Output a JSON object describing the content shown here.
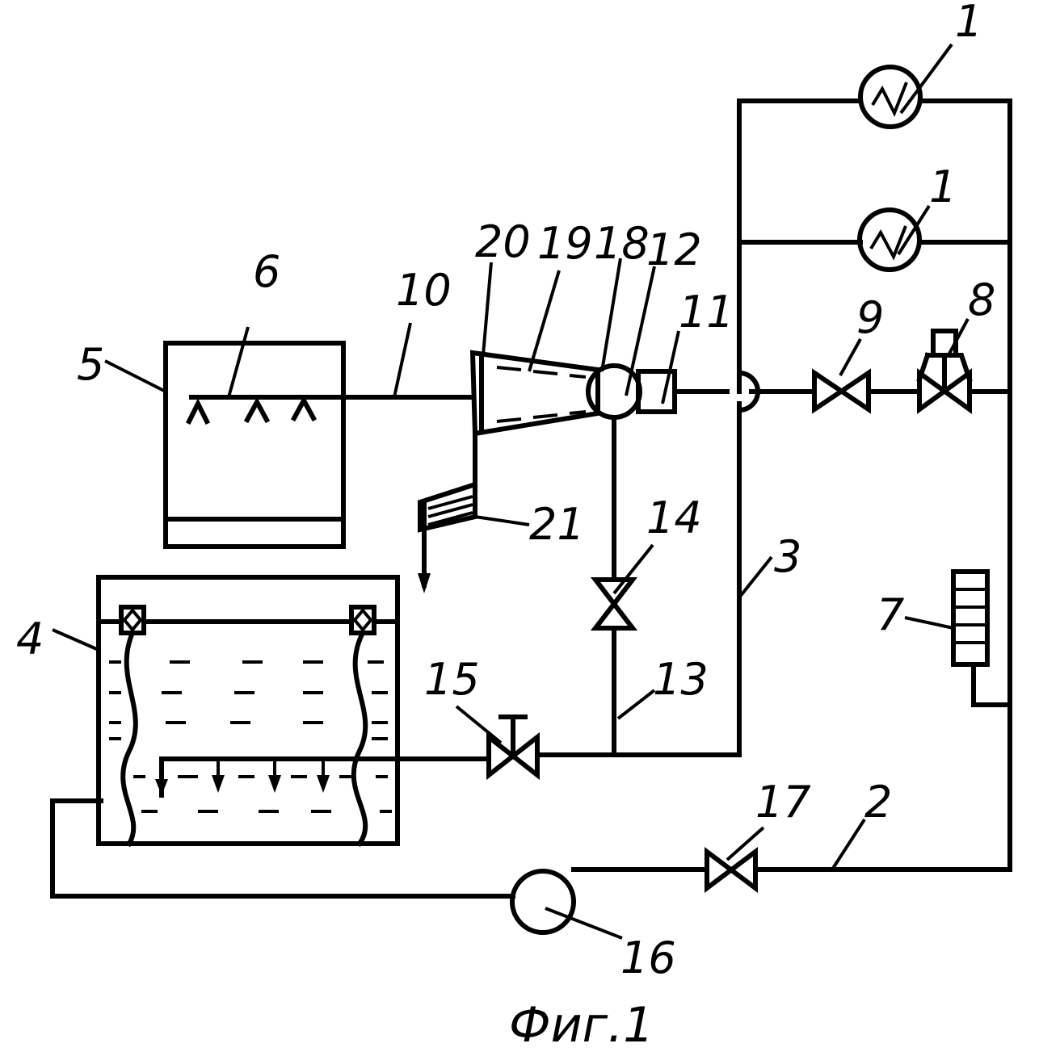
{
  "labels": {
    "l1a": "1",
    "l1b": "1",
    "l2": "2",
    "l3": "3",
    "l4": "4",
    "l5": "5",
    "l6": "6",
    "l7": "7",
    "l8": "8",
    "l9": "9",
    "l10": "10",
    "l11": "11",
    "l12": "12",
    "l13": "13",
    "l14": "14",
    "l15": "15",
    "l16": "16",
    "l17": "17",
    "l18": "18",
    "l19": "19",
    "l20": "20",
    "l21": "21"
  },
  "caption": "Фиг.1"
}
